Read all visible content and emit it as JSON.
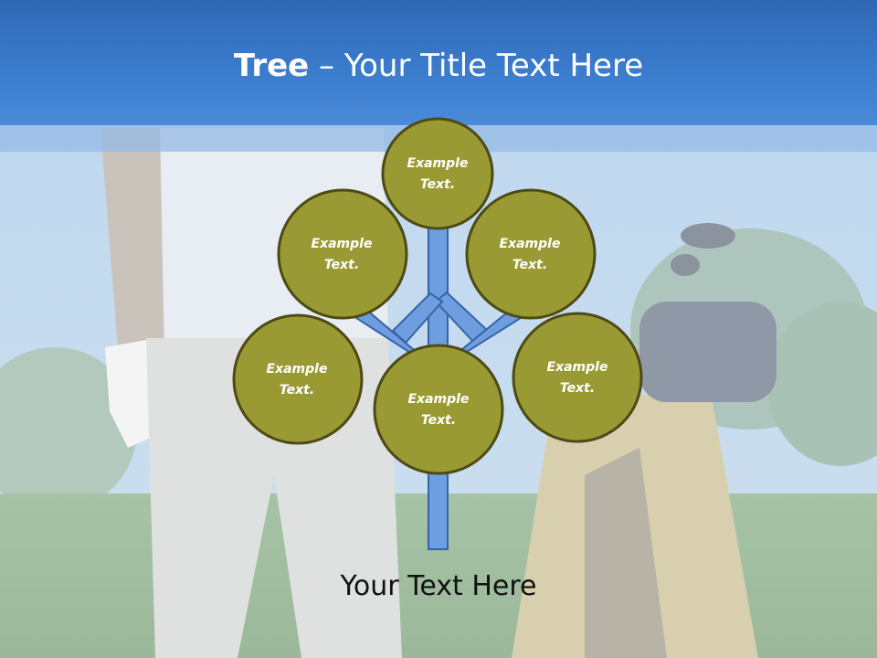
{
  "title": {
    "bold": "Tree",
    "dash": " – ",
    "rest": "Your Title Text Here"
  },
  "nodes": [
    {
      "line1": "Example",
      "line2": "Text."
    },
    {
      "line1": "Example",
      "line2": "Text."
    },
    {
      "line1": "Example",
      "line2": "Text."
    },
    {
      "line1": "Example",
      "line2": "Text."
    },
    {
      "line1": "Example",
      "line2": "Text."
    },
    {
      "line1": "Example",
      "line2": "Text."
    }
  ],
  "subtitle": "Your Text Here",
  "colors": {
    "header": "#3b7bcc",
    "node_fill": "#9a9a34",
    "node_stroke": "#4d4a14",
    "trunk": "#6f9ee0",
    "trunk_stroke": "#3563a8"
  }
}
